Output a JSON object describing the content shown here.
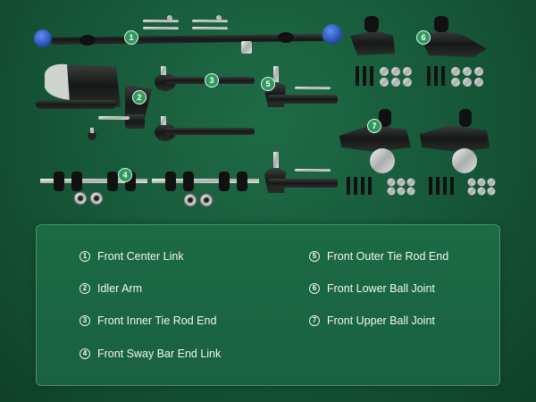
{
  "parts": [
    {
      "number": "1",
      "label": "Front Center Link"
    },
    {
      "number": "2",
      "label": "Idler Arm"
    },
    {
      "number": "3",
      "label": "Front Inner Tie Rod End"
    },
    {
      "number": "4",
      "label": "Front Sway Bar End Link"
    },
    {
      "number": "5",
      "label": "Front Outer Tie Rod End"
    },
    {
      "number": "6",
      "label": "Front Lower Ball Joint"
    },
    {
      "number": "7",
      "label": "Front Upper Ball Joint"
    }
  ],
  "colors": {
    "background": "#175a3b",
    "accent": "#2f9a5c",
    "legend_border": "#4a8f68",
    "part_metal": "#1b1f1d",
    "boot_blue": "#1f4fc4"
  }
}
